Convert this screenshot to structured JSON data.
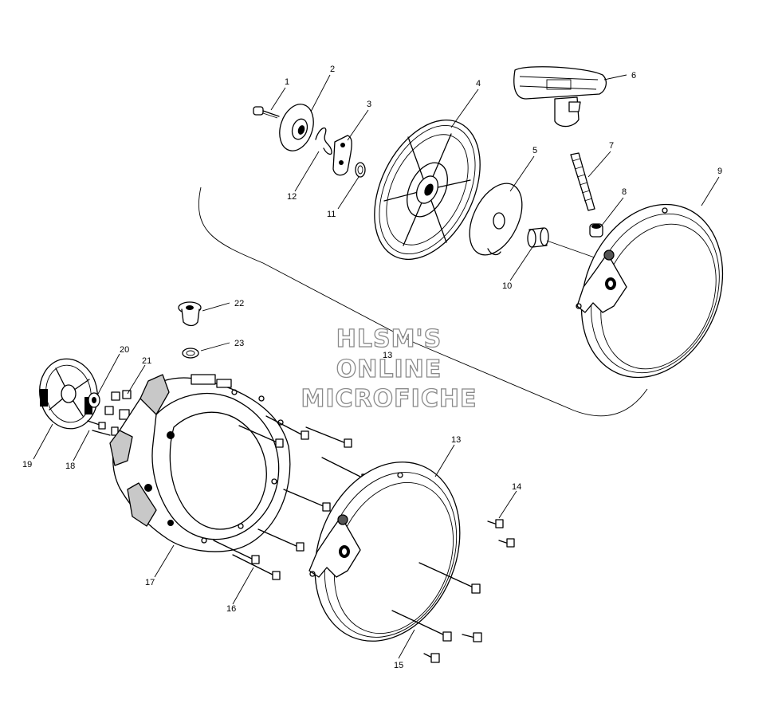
{
  "watermark": {
    "line1": "HLSM'S",
    "line2": "ONLINE",
    "line3": "MICROFICHE"
  },
  "callouts": {
    "n1": "1",
    "n2": "2",
    "n3": "3",
    "n4": "4",
    "n5": "5",
    "n6": "6",
    "n7": "7",
    "n8": "8",
    "n9": "9",
    "n10": "10",
    "n11": "11",
    "n12": "12",
    "n13": "13",
    "n13b": "13",
    "n14": "14",
    "n15": "15",
    "n16": "16",
    "n17": "17",
    "n18": "18",
    "n19": "19",
    "n20": "20",
    "n21": "21",
    "n22": "22",
    "n23": "23"
  },
  "colors": {
    "line": "#000000",
    "background": "#ffffff",
    "watermark_outline": "#8a8a8a"
  }
}
